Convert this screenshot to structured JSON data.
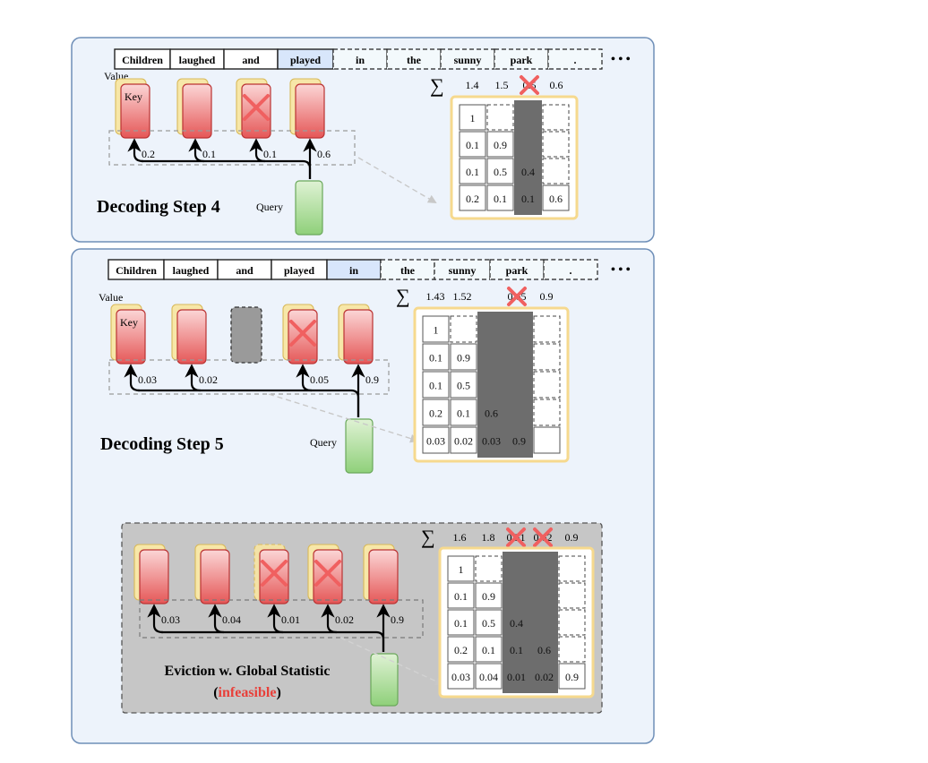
{
  "colors": {
    "panel_bg": "#edf3fb",
    "panel_border": "#6f8fb8",
    "key_fill_top": "#f9d0d0",
    "key_fill_bottom": "#e45c5c",
    "value_fill": "#f7e7a8",
    "query_fill": "#a9d99a",
    "evict_x": "#f06060",
    "highlight_token": "#d8e6fb",
    "gray_column": "#6d6d6d",
    "table_border": "#f6d98e",
    "infeasible_red": "#e8403a"
  },
  "step4": {
    "title": "Decoding Step 4",
    "tokens": [
      "Children",
      "laughed",
      "and",
      "played",
      "in",
      "the",
      "sunny",
      "park",
      "."
    ],
    "active_token_index": 3,
    "ellipsis": "• • •",
    "value_label": "Value",
    "key_label": "Key",
    "query_label": "Query",
    "attention_scores": [
      "0.2",
      "0.1",
      "0.1",
      "0.6"
    ],
    "evicted_index": 2,
    "sum_symbol": "∑",
    "sums": [
      "1.4",
      "1.5",
      "0.5",
      "0.6"
    ],
    "evicted_sum_index": 2,
    "matrix": [
      [
        "1",
        "",
        "",
        ""
      ],
      [
        "0.1",
        "0.9",
        "",
        ""
      ],
      [
        "0.1",
        "0.5",
        "0.4",
        ""
      ],
      [
        "0.2",
        "0.1",
        "0.1",
        "0.6"
      ]
    ]
  },
  "step5": {
    "title": "Decoding Step 5",
    "tokens": [
      "Children",
      "laughed",
      "and",
      "played",
      "in",
      "the",
      "sunny",
      "park",
      "."
    ],
    "active_token_index": 4,
    "ellipsis": "• • •",
    "value_label": "Value",
    "key_label": "Key",
    "query_label": "Query",
    "attention_scores": [
      "0.03",
      "0.02",
      "0.05",
      "0.9"
    ],
    "evicted_index": 3,
    "sum_symbol": "∑",
    "sums": [
      "1.43",
      "1.52",
      "0.65",
      "0.9"
    ],
    "evicted_sum_index": 2,
    "matrix": [
      [
        "1",
        "",
        "",
        "",
        ""
      ],
      [
        "0.1",
        "0.9",
        "",
        "",
        ""
      ],
      [
        "0.1",
        "0.5",
        "",
        "",
        ""
      ],
      [
        "0.2",
        "0.1",
        "0.6",
        "",
        ""
      ],
      [
        "0.03",
        "0.02",
        "0.03",
        "0.9",
        ""
      ]
    ]
  },
  "global": {
    "title_line1": "Eviction w. Global Statistic",
    "title_paren_open": "(",
    "title_red": "infeasible",
    "title_paren_close": ")",
    "attention_scores": [
      "0.03",
      "0.04",
      "0.01",
      "0.02",
      "0.9"
    ],
    "evicted_indices": [
      2,
      3
    ],
    "sum_symbol": "∑",
    "sums": [
      "1.6",
      "1.8",
      "0.51",
      "0.62",
      "0.9"
    ],
    "evicted_sum_indices": [
      2,
      3
    ],
    "matrix": [
      [
        "1",
        "",
        "",
        "",
        ""
      ],
      [
        "0.1",
        "0.9",
        "",
        "",
        ""
      ],
      [
        "0.1",
        "0.5",
        "0.4",
        "",
        ""
      ],
      [
        "0.2",
        "0.1",
        "0.1",
        "0.6",
        ""
      ],
      [
        "0.03",
        "0.04",
        "0.01",
        "0.02",
        "0.9"
      ]
    ]
  }
}
